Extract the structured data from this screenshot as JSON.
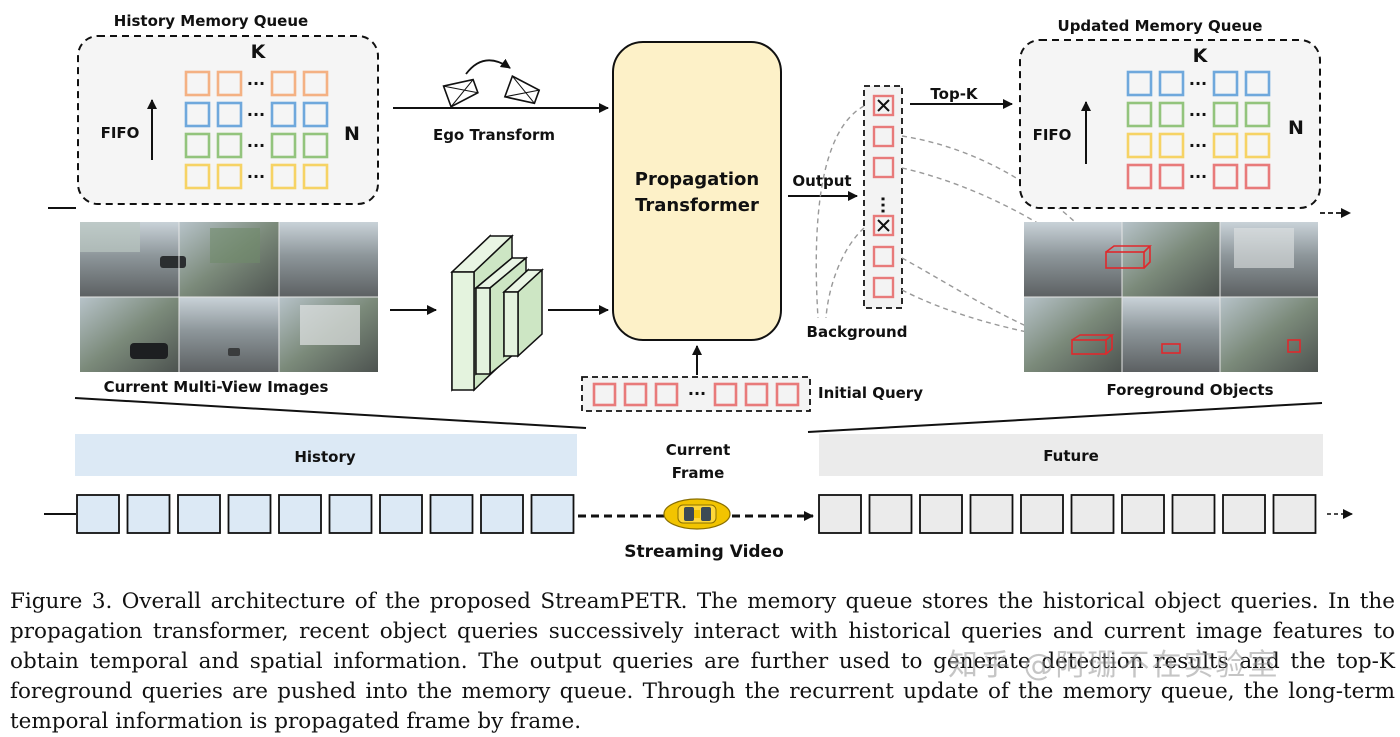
{
  "labels": {
    "history_memory_queue": "History Memory Queue",
    "updated_memory_queue": "Updated Memory Queue",
    "fifo": "FIFO",
    "k": "K",
    "n": "N",
    "ego_transform": "Ego Transform",
    "propagation_line1": "Propagation",
    "propagation_line2": "Transformer",
    "output": "Output",
    "top_k": "Top-K",
    "background": "Background",
    "initial_query": "Initial Query",
    "current_multi_view_images": "Current Multi-View Images",
    "foreground_objects": "Foreground Objects",
    "history": "History",
    "future": "Future",
    "current_frame_line1": "Current",
    "current_frame_line2": "Frame",
    "streaming_video": "Streaming Video",
    "ellipsis": "···"
  },
  "colors": {
    "orange": "#f4b183",
    "blue": "#6fa8dc",
    "green": "#93c47d",
    "yellow": "#f6d365",
    "red": "#e87a7a",
    "transformer_fill": "#fdf1c8",
    "history_fill": "#dce9f5",
    "future_fill": "#ebebeb",
    "backbone_fill": "#dcefd6"
  },
  "caption": "Figure 3. Overall architecture of the proposed StreamPETR. The memory queue stores the historical object queries. In the propagation transformer, recent object queries successively interact with historical queries and current image features to obtain temporal and spatial information. The output queries are further used to generate detection results and the top-K foreground queries are pushed into the memory queue. Through the recurrent update of the memory queue, the long-term temporal information is propagated frame by frame.",
  "watermark": "知乎 @阿珊不在实验室"
}
